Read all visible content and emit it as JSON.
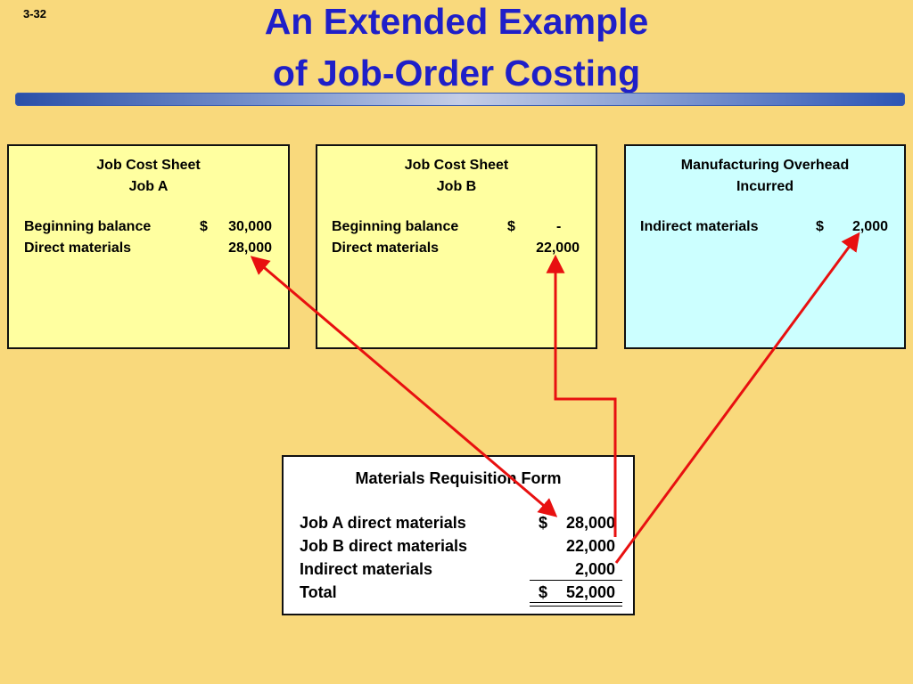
{
  "slide_number": "3-32",
  "title": {
    "line1": "An Extended Example",
    "line2": "of Job-Order Costing"
  },
  "job_a": {
    "heading1": "Job Cost Sheet",
    "heading2": "Job A",
    "rows": [
      {
        "label": "Beginning balance",
        "currency": "$",
        "amount": "30,000"
      },
      {
        "label": "Direct materials",
        "currency": "",
        "amount": "28,000"
      }
    ]
  },
  "job_b": {
    "heading1": "Job Cost Sheet",
    "heading2": "Job B",
    "rows": [
      {
        "label": "Beginning balance",
        "currency": "$",
        "amount": "-"
      },
      {
        "label": "Direct materials",
        "currency": "",
        "amount": "22,000"
      }
    ]
  },
  "overhead": {
    "heading1": "Manufacturing Overhead",
    "heading2": "Incurred",
    "rows": [
      {
        "label": "Indirect materials",
        "currency": "$",
        "amount": "2,000"
      }
    ]
  },
  "requisition": {
    "heading": "Materials Requisition Form",
    "rows": [
      {
        "label": "Job A direct materials",
        "currency": "$",
        "amount": "28,000"
      },
      {
        "label": "Job B direct materials",
        "currency": "",
        "amount": "22,000"
      },
      {
        "label": "Indirect materials",
        "currency": "",
        "amount": "2,000"
      },
      {
        "label": "Total",
        "currency": "$",
        "amount": "52,000"
      }
    ]
  },
  "colors": {
    "arrow": "#e81010",
    "title": "#1f1fc8",
    "background": "#f9d97c"
  }
}
